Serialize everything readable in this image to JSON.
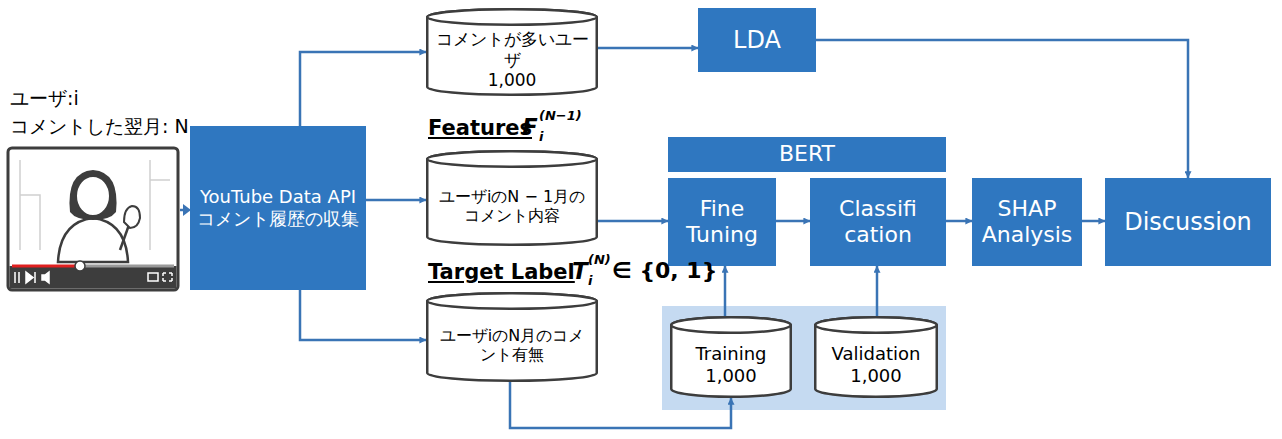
{
  "diagram": {
    "nodes": [
      {
        "text": [
          "YouTube Data API コメント履歴の収集"
        ]
      },
      {
        "text": [
          "コメントが多いユーザ",
          "1,000"
        ]
      },
      {
        "text": [
          "LDA"
        ]
      },
      {
        "text": [
          "ユーザiのN − 1月のコメント内容"
        ]
      },
      {
        "text": [
          "BERT"
        ]
      },
      {
        "text": [
          "Fine Tuning"
        ]
      },
      {
        "text": [
          "Classifi cation"
        ]
      },
      {
        "text": [
          "SHAP Analysis"
        ]
      },
      {
        "text": [
          "Discussion"
        ]
      },
      {
        "text": [
          "ユーザiのN月のコメント有無"
        ]
      },
      {
        "text": [
          "Training",
          "1,000"
        ]
      },
      {
        "text": [
          "Validation",
          "1,000"
        ]
      }
    ],
    "edges": [
      {
        "from": 0,
        "to": 1,
        "arrow": "to"
      },
      {
        "from": 0,
        "to": 3,
        "arrow": "to"
      },
      {
        "from": 0,
        "to": 9,
        "arrow": "to"
      },
      {
        "from": 1,
        "to": 2,
        "arrow": "to"
      },
      {
        "from": 2,
        "to": 8,
        "arrow": "to"
      },
      {
        "from": 3,
        "to": 5,
        "arrow": "to"
      },
      {
        "from": 5,
        "to": 6,
        "arrow": "to"
      },
      {
        "from": 6,
        "to": 7,
        "arrow": "to"
      },
      {
        "from": 7,
        "to": 8,
        "arrow": "to"
      },
      {
        "from": 10,
        "to": 5,
        "arrow": "to"
      },
      {
        "from": 11,
        "to": 6,
        "arrow": "to"
      },
      {
        "from": 9,
        "to": 10,
        "arrow": "to"
      }
    ],
    "labels": [
      "ユーザ:i",
      "コメントした翌月: N",
      "Features",
      "F",
      "(N−1)",
      "i",
      "Target Label",
      "T",
      "(N)",
      "i",
      "∈ {0, 1}"
    ]
  }
}
